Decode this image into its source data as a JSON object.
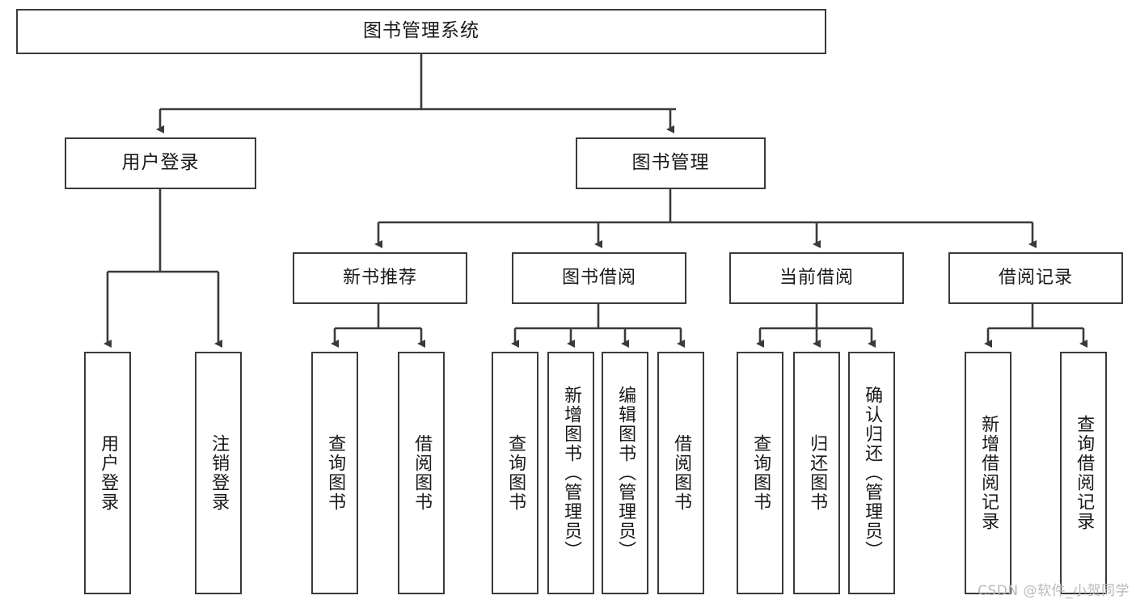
{
  "diagram": {
    "title": "图书管理系统",
    "type": "tree-hierarchy",
    "watermark": "CSDN @软件_小贺同学",
    "colors": {
      "background": "#ffffff",
      "box_border": "#3a3a3a",
      "box_fill": "#ffffff",
      "text": "#1a1a1a",
      "edge": "#3a3a3a",
      "watermark": "#b9b9b9"
    },
    "nodes": {
      "root": {
        "label": "图书管理系统"
      },
      "level2": [
        {
          "id": "user-login",
          "label": "用户登录"
        },
        {
          "id": "book-manage",
          "label": "图书管理"
        }
      ],
      "level3": [
        {
          "id": "new-book-recommend",
          "label": "新书推荐"
        },
        {
          "id": "book-borrow",
          "label": "图书借阅"
        },
        {
          "id": "current-borrow",
          "label": "当前借阅"
        },
        {
          "id": "borrow-record",
          "label": "借阅记录"
        }
      ],
      "leaves": {
        "user_login": [
          {
            "id": "leaf-user-login",
            "label": "用户登录"
          },
          {
            "id": "leaf-logout-login",
            "label": "注销登录"
          }
        ],
        "new_book_recommend": [
          {
            "id": "leaf-query-book-1",
            "label": "查询图书"
          },
          {
            "id": "leaf-borrow-book-1",
            "label": "借阅图书"
          }
        ],
        "book_borrow": [
          {
            "id": "leaf-query-book-2",
            "label": "查询图书"
          },
          {
            "id": "leaf-add-book",
            "label": "新增图书（管理员）"
          },
          {
            "id": "leaf-edit-book",
            "label": "编辑图书（管理员）"
          },
          {
            "id": "leaf-borrow-book-2",
            "label": "借阅图书"
          }
        ],
        "current_borrow": [
          {
            "id": "leaf-query-book-3",
            "label": "查询图书"
          },
          {
            "id": "leaf-return-book",
            "label": "归还图书"
          },
          {
            "id": "leaf-confirm-return",
            "label": "确认归还（管理员）"
          }
        ],
        "borrow_record": [
          {
            "id": "leaf-add-record",
            "label": "新增借阅记录"
          },
          {
            "id": "leaf-query-record",
            "label": "查询借阅记录"
          }
        ]
      }
    }
  }
}
